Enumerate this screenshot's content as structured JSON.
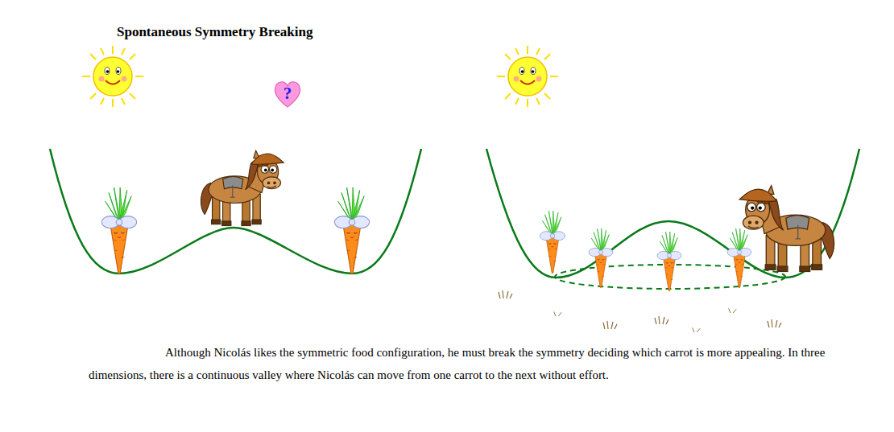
{
  "diagram": {
    "title": "Spontaneous Symmetry Breaking",
    "caption": "Although Nicolás likes the symmetric food configuration, he must break the symmetry deciding which carrot is more appealing. In three dimensions, there is a continuous valley where Nicolás can move from one carrot to the next without effort.",
    "nodes": [
      {
        "text": [
          "?"
        ]
      }
    ]
  }
}
